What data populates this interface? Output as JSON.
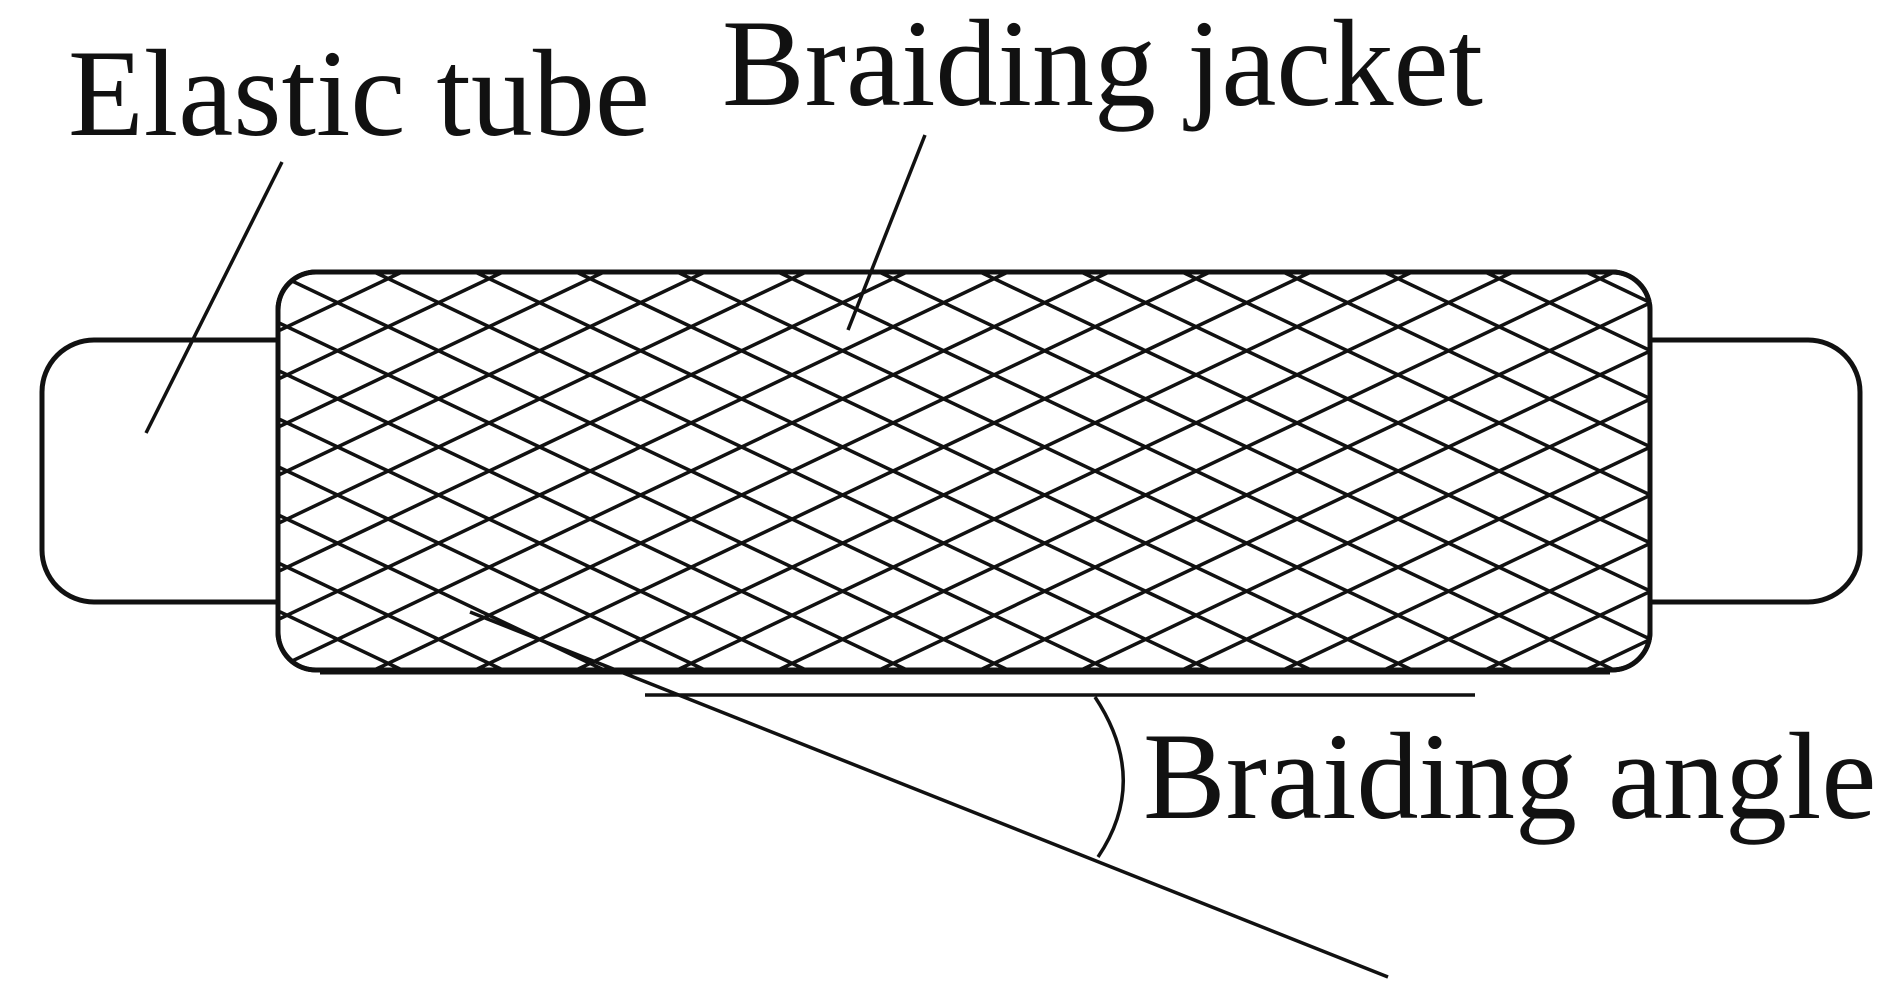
{
  "labels": {
    "elastic_tube": "Elastic tube",
    "braiding_jacket": "Braiding jacket",
    "braiding_angle": "Braiding angle"
  },
  "colors": {
    "ink": "#111111",
    "background": "#ffffff"
  }
}
